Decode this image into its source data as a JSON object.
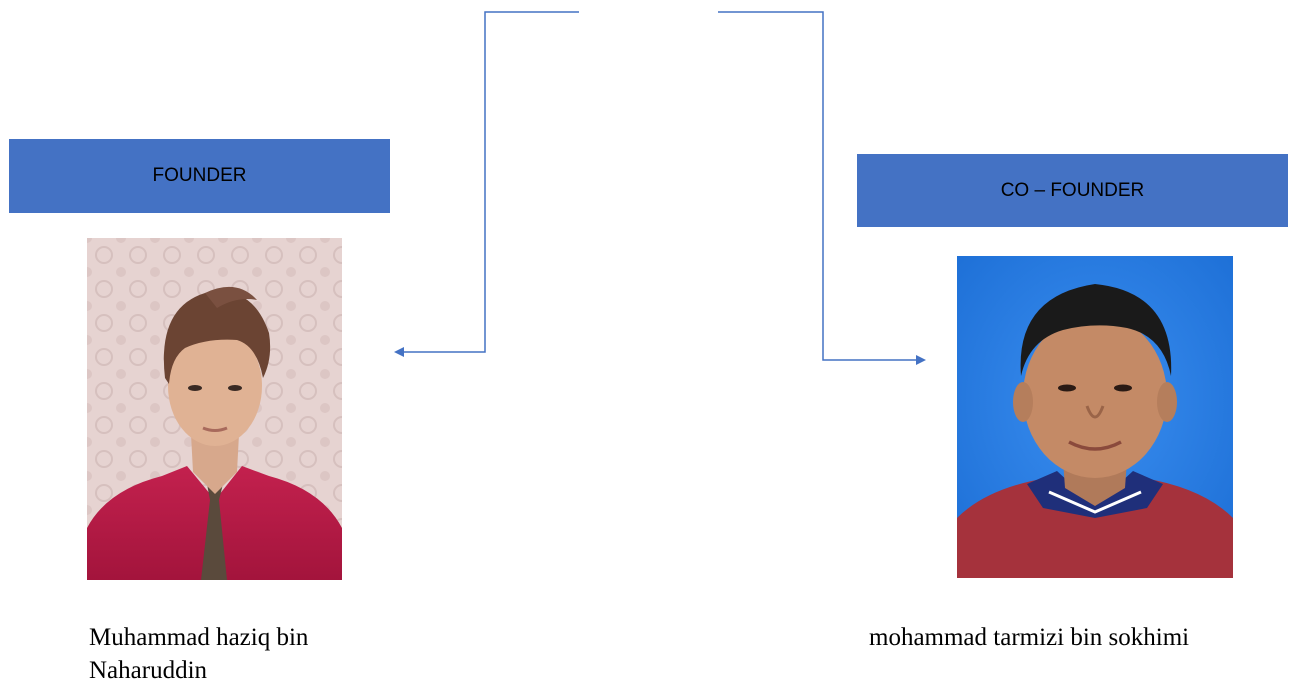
{
  "roles": {
    "founder": "FOUNDER",
    "cofounder": "CO – FOUNDER"
  },
  "people": {
    "founder_name_line1": "Muhammad haziq bin",
    "founder_name_line2": "Naharuddin",
    "cofounder_name": "mohammad tarmizi bin sokhimi"
  },
  "colors": {
    "role_box_fill": "#4472c4",
    "connector_line": "#4472c4"
  },
  "photos": {
    "founder": "founder-portrait",
    "cofounder": "cofounder-portrait"
  }
}
